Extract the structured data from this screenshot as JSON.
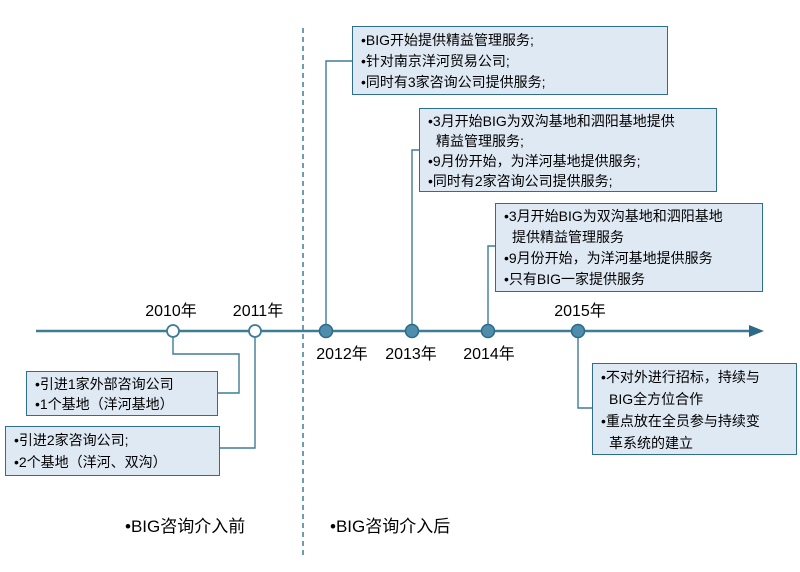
{
  "colors": {
    "axis_line": "#3E7C96",
    "marker_fill": "#4E8DAB",
    "marker_stroke": "#2C6A87",
    "open_marker_fill": "#FFFFFF",
    "callout_fill": "#DFE9F3",
    "callout_border": "#2E6E8E",
    "text": "#000000"
  },
  "timeline": {
    "years": [
      {
        "label": "2010年",
        "marker": "open"
      },
      {
        "label": "2011年",
        "marker": "open"
      },
      {
        "label": "2012年",
        "marker": "filled"
      },
      {
        "label": "2013年",
        "marker": "filled"
      },
      {
        "label": "2014年",
        "marker": "filled"
      },
      {
        "label": "2015年",
        "marker": "filled"
      }
    ]
  },
  "callouts": {
    "c2010": {
      "lines": [
        "•引进1家外部咨询公司",
        "•1个基地（洋河基地）"
      ]
    },
    "c2011": {
      "lines": [
        "•引进2家咨询公司;",
        "•2个基地（洋河、双沟）"
      ]
    },
    "c2012": {
      "lines": [
        "•BIG开始提供精益管理服务;",
        "•针对南京洋河贸易公司;",
        "•同时有3家咨询公司提供服务;"
      ]
    },
    "c2013": {
      "lines": [
        "•3月开始BIG为双沟基地和泗阳基地提供",
        "精益管理服务;",
        "•9月份开始，为洋河基地提供服务;",
        "•同时有2家咨询公司提供服务;"
      ]
    },
    "c2014": {
      "lines": [
        "•3月开始BIG为双沟基地和泗阳基地",
        "提供精益管理服务",
        "•9月份开始，为洋河基地提供服务",
        "•只有BIG一家提供服务"
      ]
    },
    "c2015": {
      "lines": [
        "•不对外进行招标，持续与",
        "BIG全方位合作",
        "•重点放在全员参与持续变",
        "革系统的建立"
      ]
    }
  },
  "phase_labels": {
    "before": "•BIG咨询介入前",
    "after": "•BIG咨询介入后"
  }
}
